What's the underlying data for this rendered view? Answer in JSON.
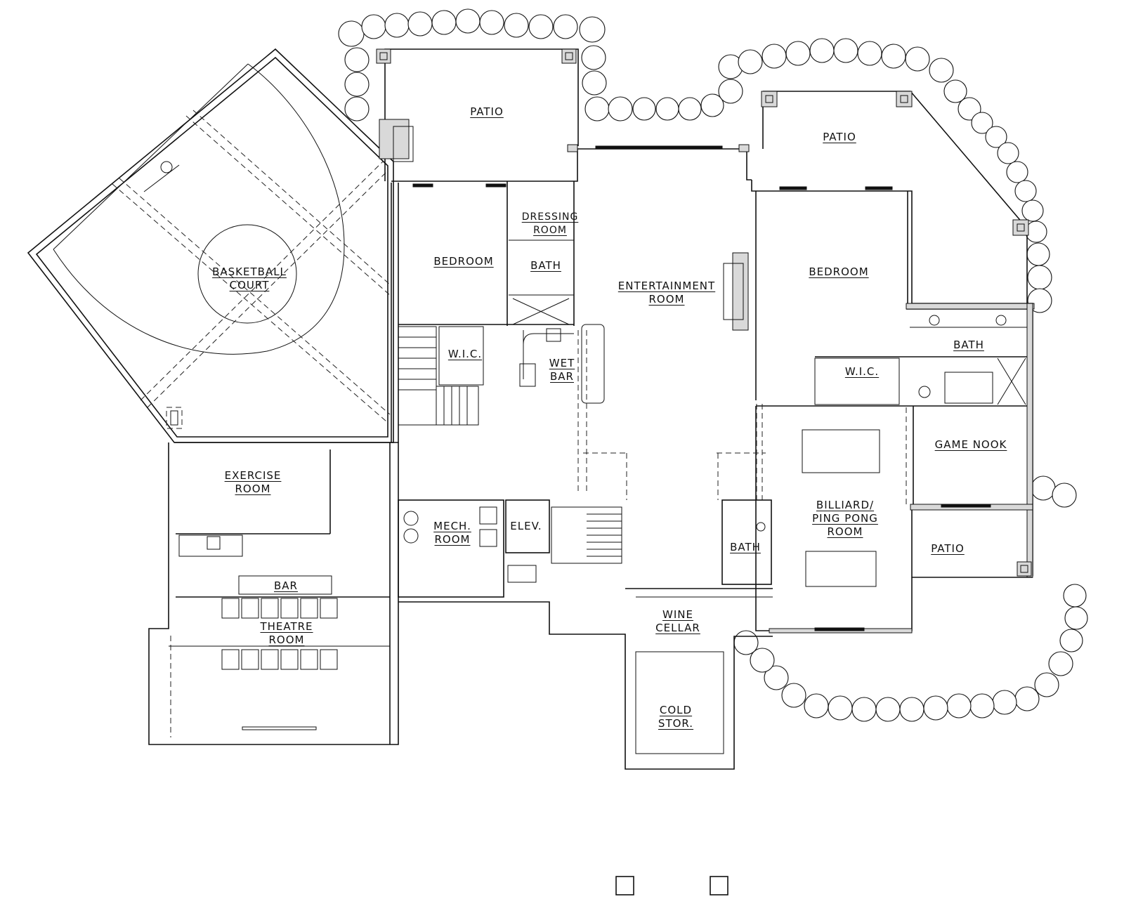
{
  "plan": {
    "rooms": {
      "basketball_court": [
        "BASKETBALL",
        "COURT"
      ],
      "patio_left": [
        "PATIO"
      ],
      "patio_right": [
        "PATIO"
      ],
      "patio_small": [
        "PATIO"
      ],
      "dressing_room": [
        "DRESSING",
        "ROOM"
      ],
      "bedroom_left": [
        "BEDROOM"
      ],
      "bath_left": [
        "BATH"
      ],
      "entertainment_room": [
        "ENTERTAINMENT",
        "ROOM"
      ],
      "bedroom_right": [
        "BEDROOM"
      ],
      "bath_right": [
        "BATH"
      ],
      "wic_left": [
        "W.I.C."
      ],
      "wic_right": [
        "W.I.C."
      ],
      "wet_bar": [
        "WET",
        "BAR"
      ],
      "game_nook": [
        "GAME NOOK"
      ],
      "exercise_room": [
        "EXERCISE",
        "ROOM"
      ],
      "mech_room": [
        "MECH.",
        "ROOM"
      ],
      "elevator": [
        "ELEV."
      ],
      "billiard_room": [
        "BILLIARD/",
        "PING PONG",
        "ROOM"
      ],
      "bath_center": [
        "BATH"
      ],
      "bar": [
        "BAR"
      ],
      "theatre_room": [
        "THEATRE",
        "ROOM"
      ],
      "wine_cellar": [
        "WINE",
        "CELLAR"
      ],
      "cold_storage": [
        "COLD",
        "STOR."
      ]
    }
  }
}
